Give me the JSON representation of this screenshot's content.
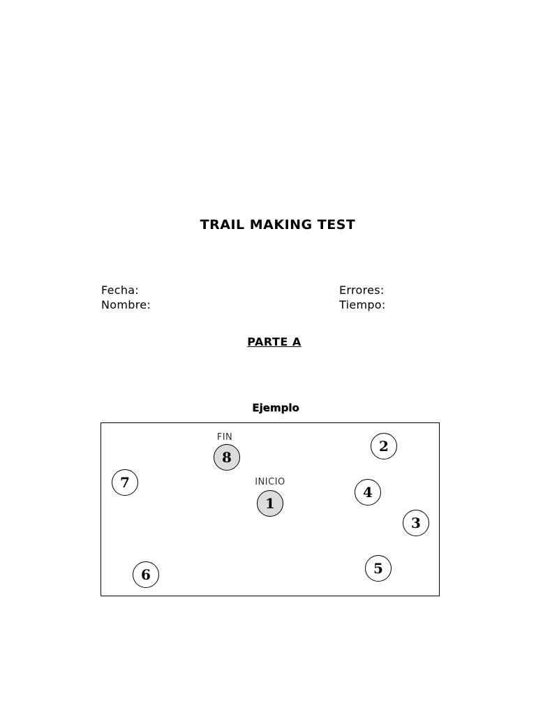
{
  "document": {
    "title": "TRAIL MAKING TEST",
    "fields": {
      "date_label": "Fecha:",
      "name_label": "Nombre:",
      "errors_label": "Errores:",
      "time_label": "Tiempo:"
    },
    "part_title": "PARTE A",
    "example_label": "Ejemplo",
    "trail": {
      "start_label": "INICIO",
      "end_label": "FIN",
      "nodes": [
        "1",
        "2",
        "3",
        "4",
        "5",
        "6",
        "7",
        "8"
      ]
    }
  }
}
